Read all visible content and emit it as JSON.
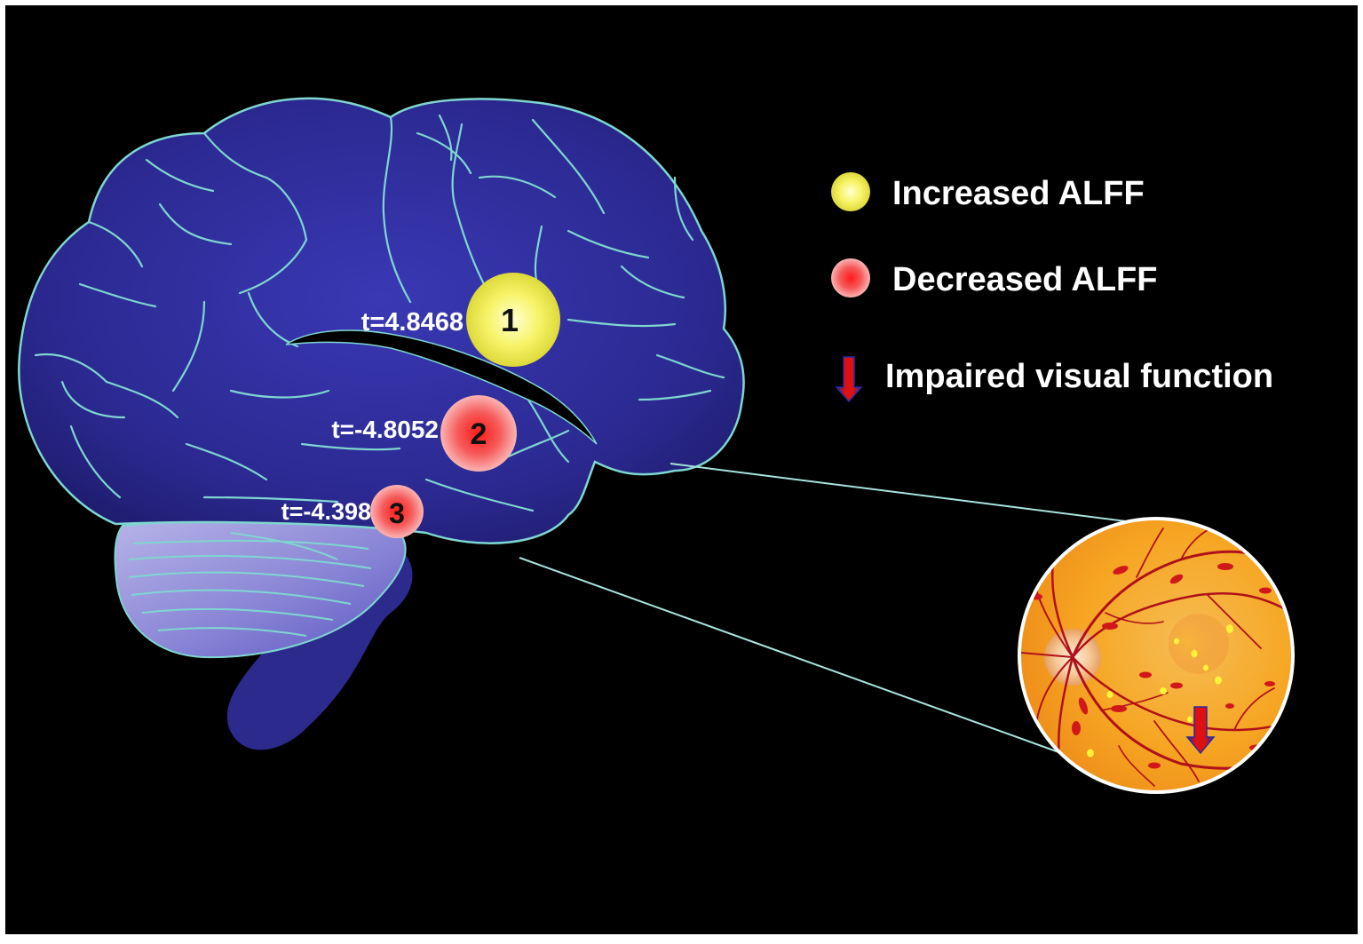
{
  "legend": {
    "items": [
      {
        "key": "increased",
        "label": "Increased ALFF",
        "symbol": "yellow-circle",
        "color": "#f2ef3a"
      },
      {
        "key": "decreased",
        "label": "Decreased ALFF",
        "symbol": "red-circle",
        "color": "#f04040"
      },
      {
        "key": "impaired",
        "label": "Impaired visual function",
        "symbol": "down-arrow-icon",
        "color": "#e01010"
      }
    ]
  },
  "regions": [
    {
      "number": "1",
      "t_label": "t=4.8468",
      "type": "increased"
    },
    {
      "number": "2",
      "t_label": "t=-4.8052",
      "type": "decreased"
    },
    {
      "number": "3",
      "t_label": "t=-4.398",
      "type": "decreased"
    }
  ],
  "colors": {
    "background": "#000000",
    "frame": "#ffffff",
    "brain": "#2c2a8c",
    "sulci": "#7fd6d0",
    "retina": "#f4a21e",
    "vessels": "#b0101a"
  }
}
